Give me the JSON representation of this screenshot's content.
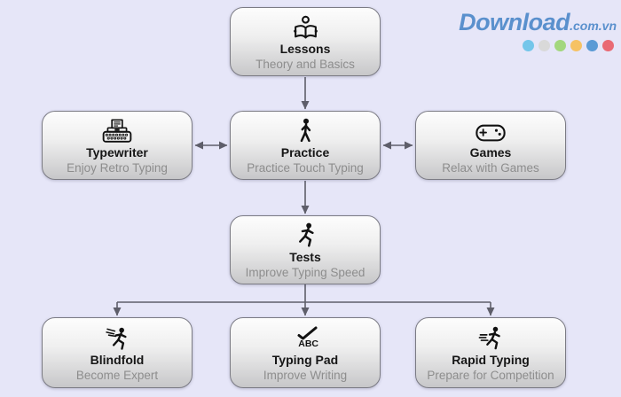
{
  "background_color": "#e6e6f8",
  "connector_color": "#5e5e6a",
  "logo": {
    "brand": "Download",
    "suffix": ".com.vn",
    "color": "#5a90cd",
    "dots": [
      "#74c6ea",
      "#d9d9d9",
      "#a3d77e",
      "#f6c264",
      "#5b9bd5",
      "#e96a74"
    ]
  },
  "nodes": [
    {
      "id": "lessons",
      "title": "Lessons",
      "subtitle": "Theory and Basics",
      "icon": "reading-person-icon"
    },
    {
      "id": "typewriter",
      "title": "Typewriter",
      "subtitle": "Enjoy Retro Typing",
      "icon": "typewriter-icon"
    },
    {
      "id": "practice",
      "title": "Practice",
      "subtitle": "Practice Touch Typing",
      "icon": "walking-person-icon"
    },
    {
      "id": "games",
      "title": "Games",
      "subtitle": "Relax with Games",
      "icon": "gamepad-icon"
    },
    {
      "id": "tests",
      "title": "Tests",
      "subtitle": "Improve Typing Speed",
      "icon": "running-person-icon"
    },
    {
      "id": "blindfold",
      "title": "Blindfold",
      "subtitle": "Become Expert",
      "icon": "ninja-dash-icon"
    },
    {
      "id": "typing-pad",
      "title": "Typing Pad",
      "subtitle": "Improve Writing",
      "icon": "spellcheck-abc-icon",
      "icon_text": "ABC"
    },
    {
      "id": "rapid-typing",
      "title": "Rapid Typing",
      "subtitle": "Prepare for Competition",
      "icon": "sprinting-person-icon"
    }
  ],
  "edges": [
    {
      "from": "Lessons",
      "to": "Practice",
      "direction": "down"
    },
    {
      "from": "Typewriter",
      "to": "Practice",
      "direction": "both"
    },
    {
      "from": "Practice",
      "to": "Games",
      "direction": "both"
    },
    {
      "from": "Practice",
      "to": "Tests",
      "direction": "down"
    },
    {
      "from": "Tests",
      "to": "Blindfold",
      "direction": "down"
    },
    {
      "from": "Tests",
      "to": "Typing Pad",
      "direction": "down"
    },
    {
      "from": "Tests",
      "to": "Rapid Typing",
      "direction": "down"
    }
  ]
}
